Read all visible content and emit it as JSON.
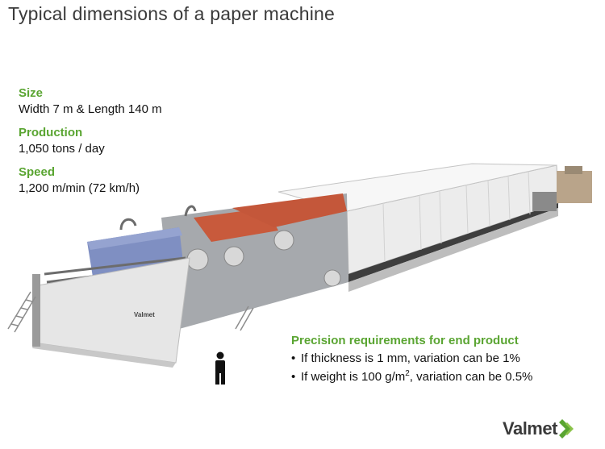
{
  "title": "Typical dimensions of a paper machine",
  "specs": {
    "size": {
      "label": "Size",
      "value": "Width 7 m & Length 140 m"
    },
    "production": {
      "label": "Production",
      "value": "1,050 tons / day"
    },
    "speed": {
      "label": "Speed",
      "value": "1,200 m/min  (72 km/h)"
    }
  },
  "machine_brand": "Valmet",
  "precision": {
    "title": "Precision requirements for end product",
    "items": [
      {
        "text_pre": "If thickness is 1 mm,  variation can be 1%"
      },
      {
        "text_pre": "If weight is 100 g/m",
        "sup": "2",
        "text_post": ",  variation can be 0.5%"
      }
    ]
  },
  "logo": {
    "text": "Valmet"
  },
  "colors": {
    "accent": "#5aa532",
    "felt_blue": "#7f8fc2",
    "felt_red": "#c85a3c"
  },
  "icons": {
    "person": "person-silhouette-icon",
    "logo": "valmet-chevron-icon"
  }
}
